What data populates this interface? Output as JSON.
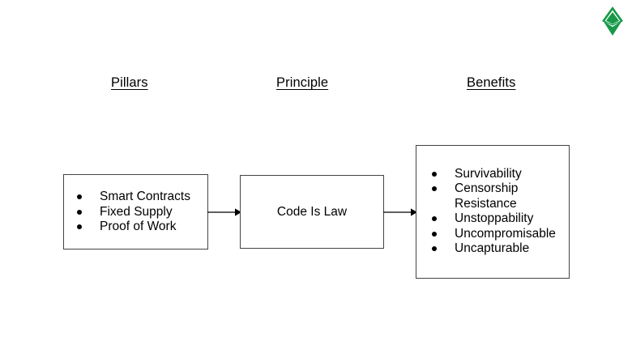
{
  "logo": {
    "name": "ethereum-classic-logo",
    "color_dark": "#1a8f45",
    "color_light": "#3aa660"
  },
  "headings": {
    "pillars": "Pillars",
    "principle": "Principle",
    "benefits": "Benefits"
  },
  "boxes": {
    "pillars": {
      "items": [
        "Smart Contracts",
        "Fixed Supply",
        "Proof of Work"
      ]
    },
    "principle": {
      "label": "Code Is Law"
    },
    "benefits": {
      "items": [
        "Survivability",
        "Censorship\nResistance",
        "Unstoppability",
        "Uncompromisable",
        "Uncapturable"
      ]
    }
  },
  "connectors": [
    {
      "name": "arrow-pillars-to-principle"
    },
    {
      "name": "arrow-principle-to-benefits"
    }
  ],
  "colors": {
    "background": "#ffffff",
    "text": "#000000",
    "box_border": "#444444"
  }
}
